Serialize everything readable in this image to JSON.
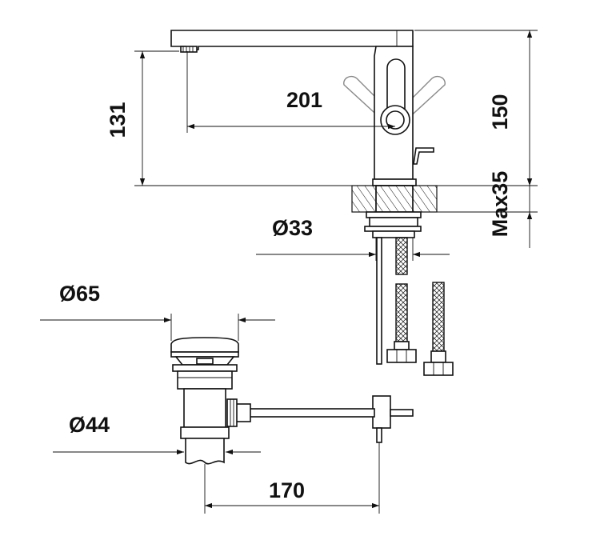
{
  "dimensions": {
    "spout_reach": "201",
    "spout_height": "131",
    "total_height": "150",
    "max_deck_thickness": "Max35",
    "tap_hole_diameter": "Ø33",
    "waste_top_diameter": "Ø65",
    "waste_body_diameter": "Ø44",
    "waste_distance": "170"
  },
  "colors": {
    "line": "#111111",
    "ghost": "#888888",
    "background": "#ffffff"
  }
}
